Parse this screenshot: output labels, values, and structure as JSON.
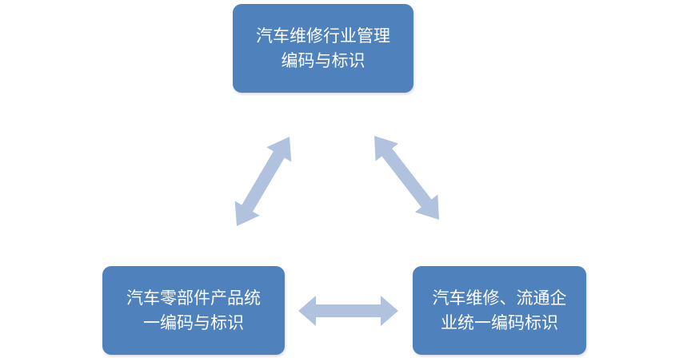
{
  "diagram": {
    "nodes": [
      {
        "id": "top",
        "lines": [
          "汽车维修行业管理",
          "编码与标识"
        ]
      },
      {
        "id": "bottom_left",
        "lines": [
          "汽车零部件产品统",
          "一编码与标识"
        ]
      },
      {
        "id": "bottom_right",
        "lines": [
          "汽车维修、流通企",
          "业统一编码标识"
        ]
      }
    ],
    "edges": [
      {
        "from": "top",
        "to": "bottom_left",
        "type": "bidirectional"
      },
      {
        "from": "top",
        "to": "bottom_right",
        "type": "bidirectional"
      },
      {
        "from": "bottom_left",
        "to": "bottom_right",
        "type": "bidirectional"
      }
    ],
    "colors": {
      "node_fill": "#4f81bd",
      "node_text": "#ffffff",
      "arrow_fill": "#b0c2dd"
    }
  }
}
